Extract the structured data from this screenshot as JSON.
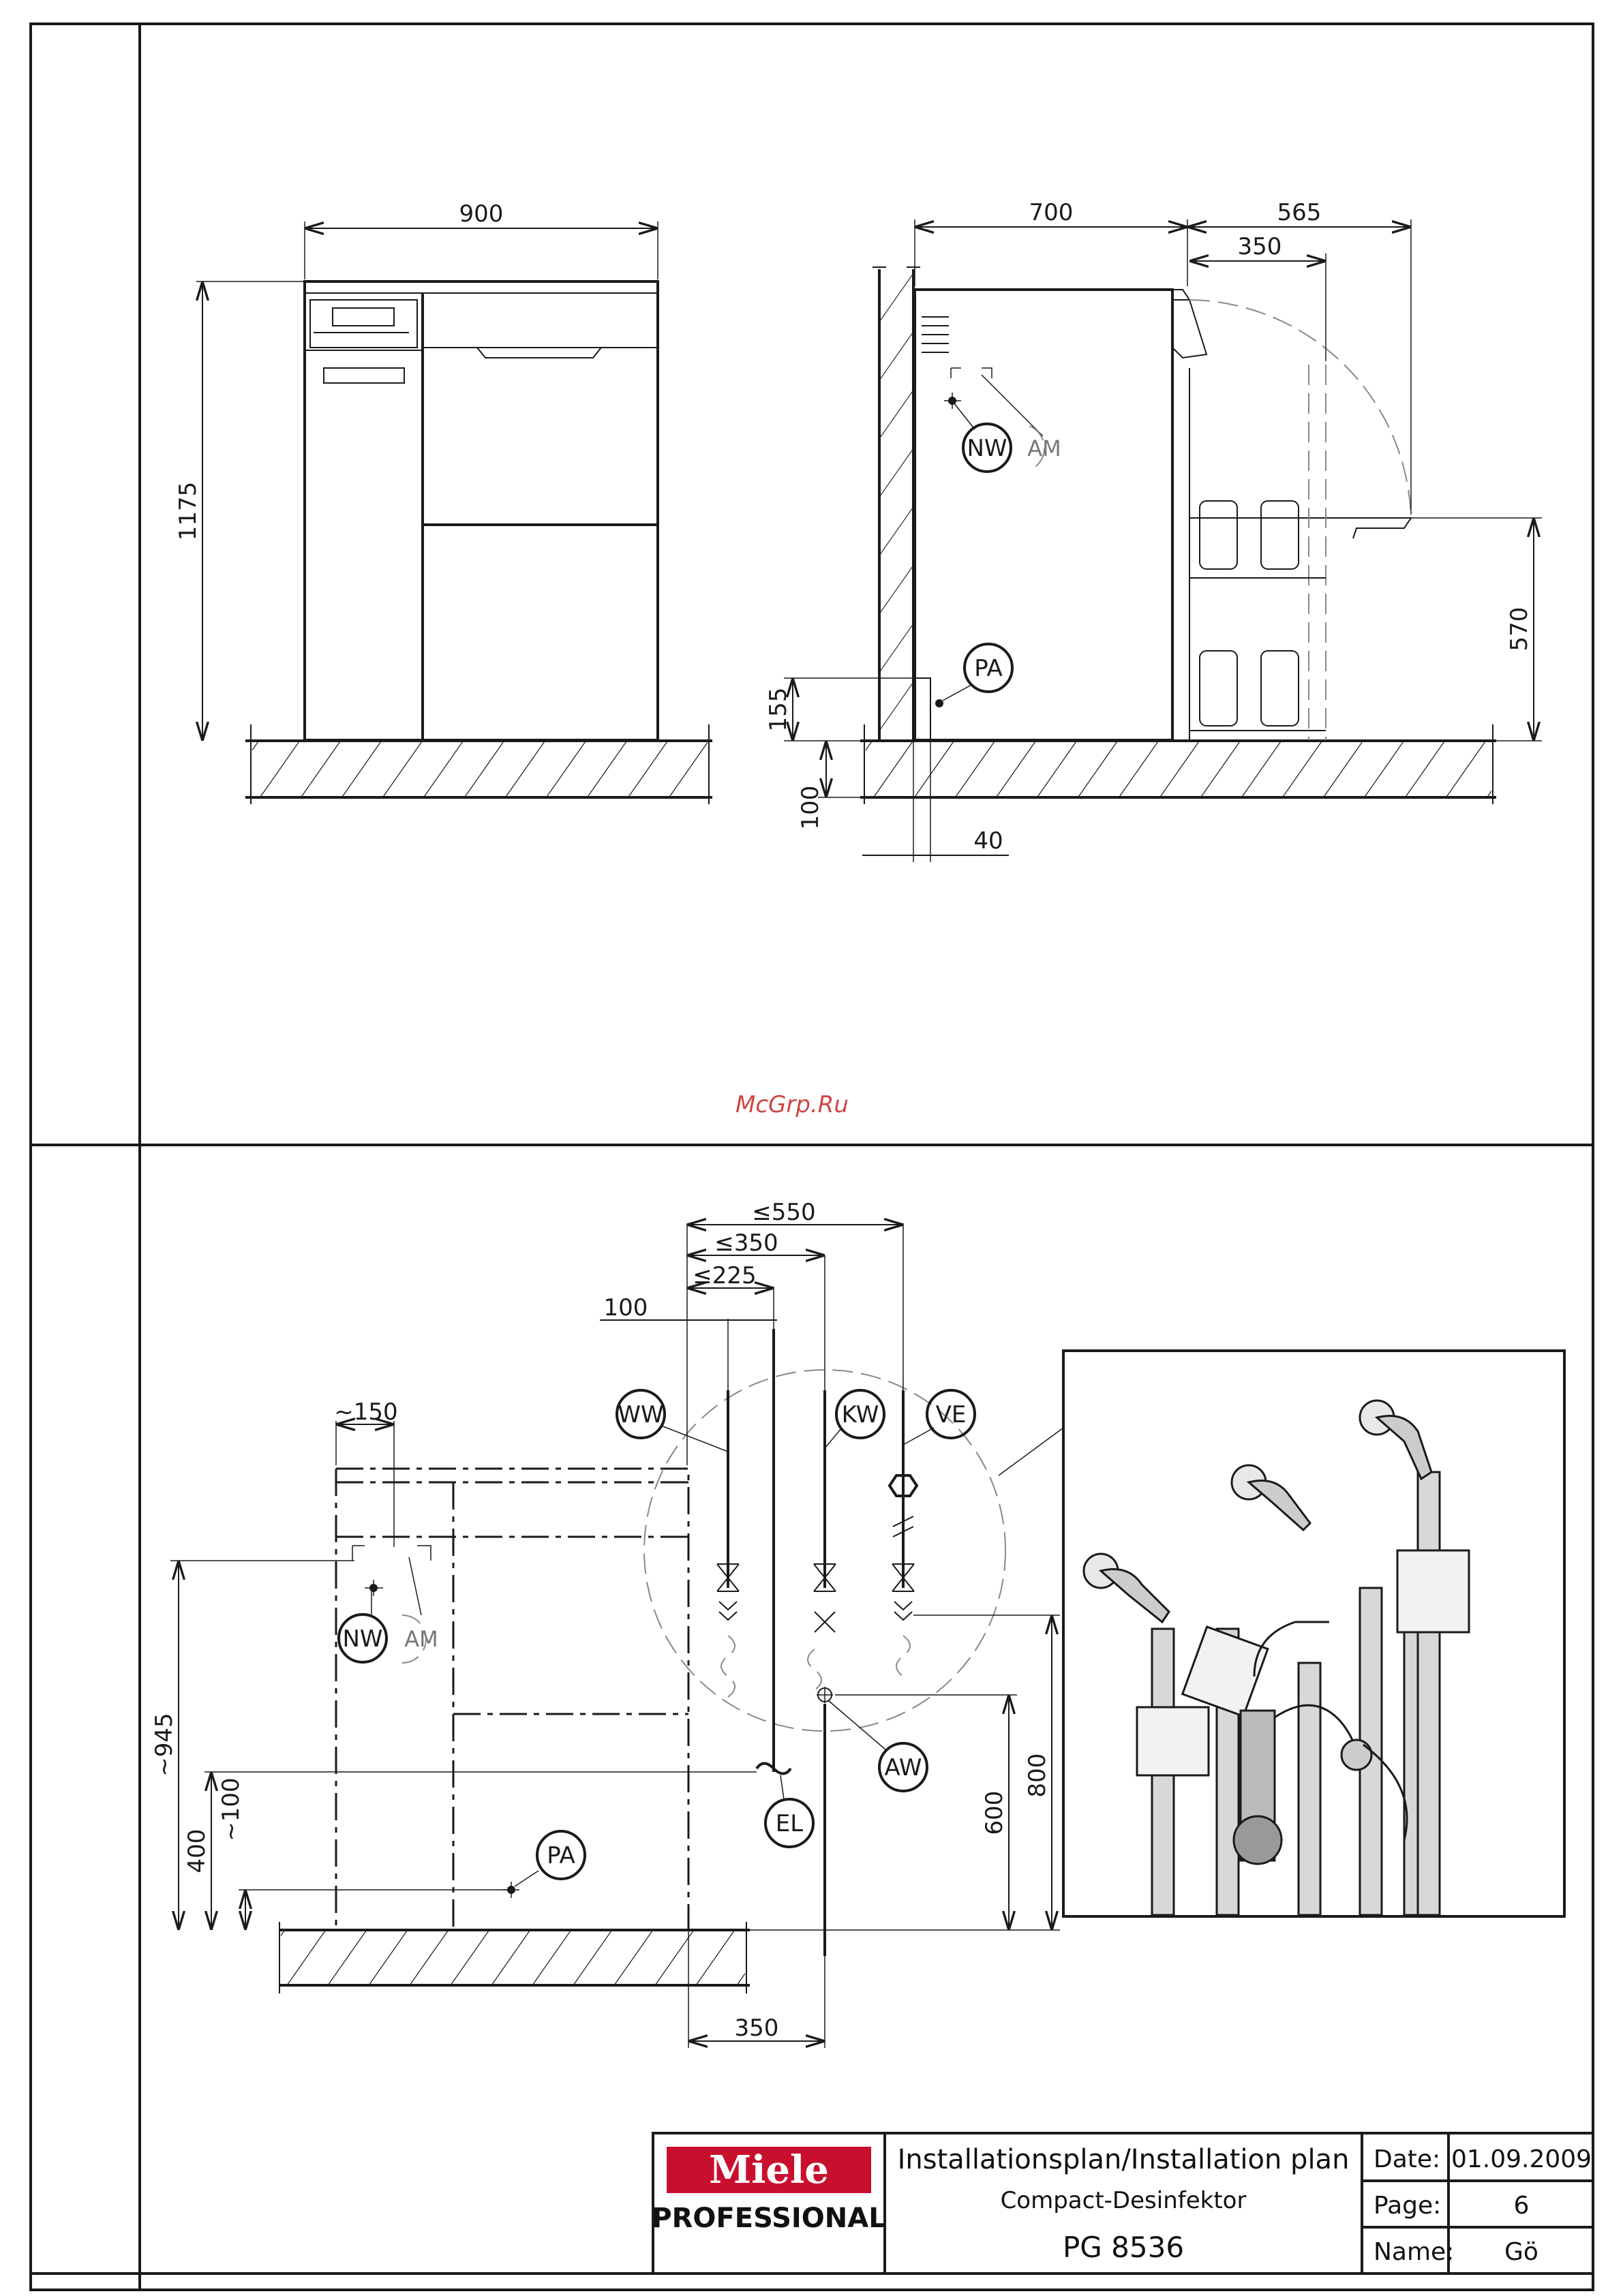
{
  "watermark": "McGrp.Ru",
  "front_view": {
    "width_dim": "900",
    "height_dim": "1175"
  },
  "side_view": {
    "dims": {
      "depth": "700",
      "door_open": "565",
      "door_inner": "350",
      "height_570": "570",
      "h155": "155",
      "h100": "100",
      "w40": "40"
    },
    "labels": {
      "nw": "NW",
      "am": "AM",
      "pa": "PA"
    }
  },
  "plan_view": {
    "dims": {
      "le550": "≤550",
      "le350": "≤350",
      "le225": "≤225",
      "d100": "100",
      "d150": "~150",
      "d945": "~945",
      "d400": "400",
      "d100b": "~100",
      "d600": "600",
      "d800": "800",
      "d350": "350"
    },
    "labels": {
      "ww": "WW",
      "kw": "KW",
      "ve": "VE",
      "nw": "NW",
      "am": "AM",
      "aw": "AW",
      "el": "EL",
      "pa": "PA"
    }
  },
  "title_block": {
    "brand": "Miele",
    "brand_sub": "PROFESSIONAL",
    "title": "Installationsplan/Installation plan",
    "subtitle": "Compact-Desinfektor",
    "model": "PG 8536",
    "date_label": "Date:",
    "date_value": "01.09.2009",
    "page_label": "Page:",
    "page_value": "6",
    "name_label": "Name:",
    "name_value": "Gö"
  },
  "colors": {
    "brand_red": "#c8102e",
    "line": "#1a1a1a"
  }
}
